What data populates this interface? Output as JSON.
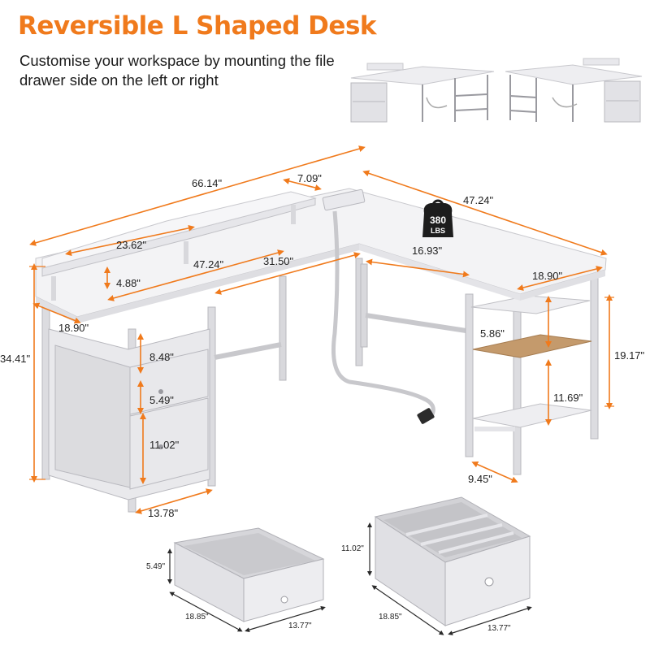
{
  "header": {
    "title": "Reversible L Shaped Desk",
    "subtitle": "Customise your workspace by mounting the file drawer side on the left or right"
  },
  "badge": {
    "line1": "380",
    "line2": "LBS"
  },
  "dimensions": {
    "total_length": "66.14\"",
    "riser_depth": "7.09\"",
    "return_length": "47.24\"",
    "riser_length": "23.62\"",
    "main_length": "47.24\"",
    "inner_length": "31.50\"",
    "return_inner": "16.93\"",
    "return_depth": "18.90\"",
    "riser_height": "4.88\"",
    "desk_depth": "18.90\"",
    "total_height": "34.41\"",
    "cabinet_gap": "8.48\"",
    "drawer_small": "5.49\"",
    "drawer_large": "11.02\"",
    "shelf_gap": "5.86\"",
    "shelf_height": "19.17\"",
    "shelf_lower": "11.69\"",
    "shelf_depth": "9.45\"",
    "cabinet_width": "13.78\""
  },
  "small_drawer": {
    "height": "5.49\"",
    "depth": "18.85\"",
    "width": "13.77\""
  },
  "large_drawer": {
    "height": "11.02\"",
    "depth": "18.85\"",
    "width": "13.77\""
  },
  "colors": {
    "accent": "#f07a1c",
    "desk": "#f1f1f3",
    "frame": "#d8d8dc",
    "shelf_wood": "#c49a6c"
  }
}
